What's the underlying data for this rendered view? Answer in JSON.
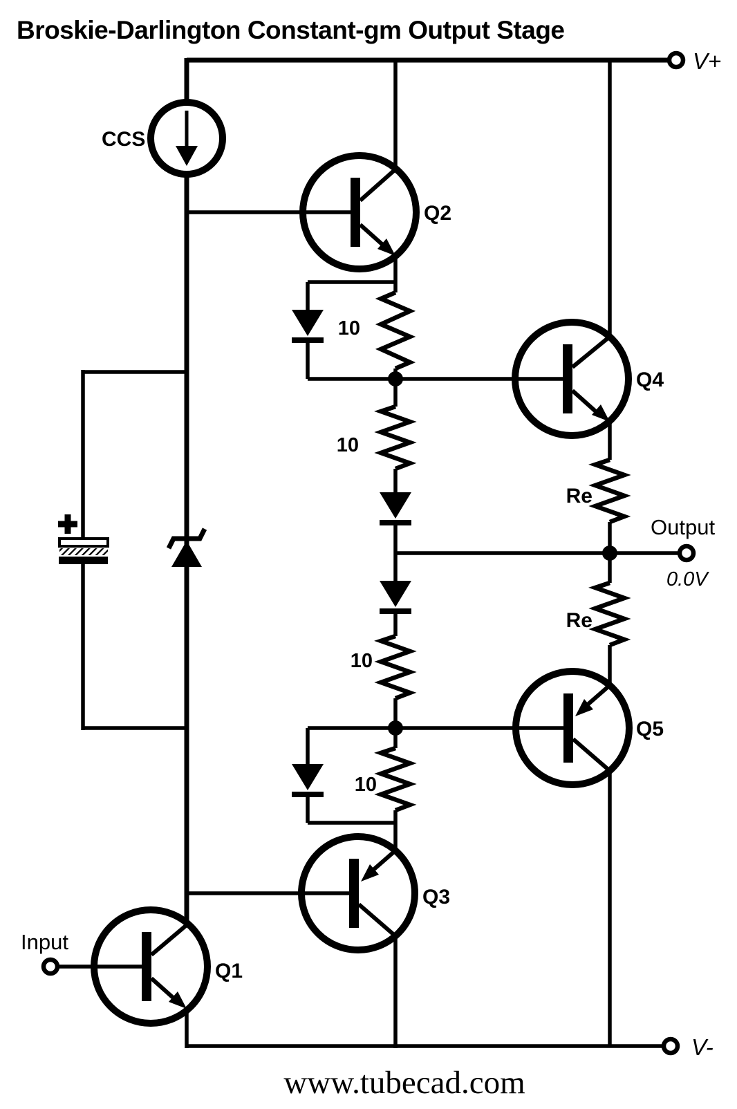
{
  "title": "Broskie-Darlington Constant-gm Output Stage",
  "watermark": "www.tubecad.com",
  "colors": {
    "black": "#000000",
    "blue": "#2323cd",
    "green": "#0a9147",
    "red": "#f01414",
    "background": "#ffffff"
  },
  "terminals": {
    "v_plus": "V+",
    "v_minus": "V-",
    "input": "Input",
    "output": "Output",
    "output_voltage": "0.0V"
  },
  "components": {
    "ccs": "CCS",
    "q1": "Q1",
    "q2": "Q2",
    "q3": "Q3",
    "q4": "Q4",
    "q5": "Q5",
    "r10_top": "10",
    "r10_upper_middle": "10",
    "r10_lower_middle": "10",
    "r10_bottom": "10",
    "re_upper": "Re",
    "re_lower": "Re"
  }
}
